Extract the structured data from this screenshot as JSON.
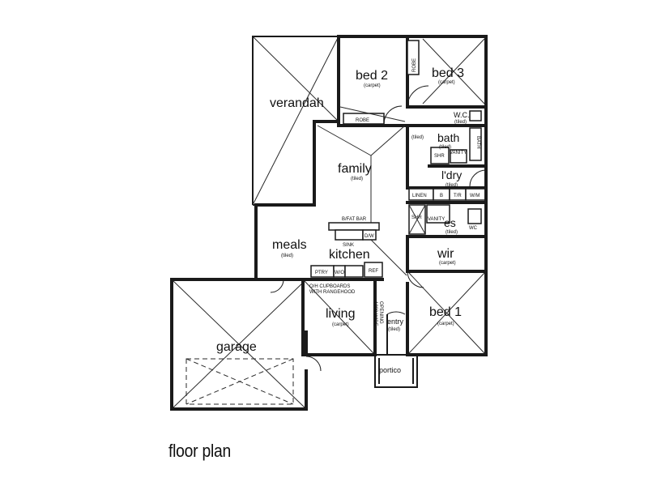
{
  "caption": "floor plan",
  "rooms": {
    "verandah": {
      "name": "verandah"
    },
    "bed2": {
      "name": "bed 2",
      "finish": "(carpet)"
    },
    "bed3": {
      "name": "bed 3",
      "finish": "(carpet)"
    },
    "robe_vertical": "ROBE",
    "robe_horizontal": "ROBE",
    "wc_upper": {
      "name": "W.C.",
      "finish": "(tiled)"
    },
    "hall_tiled": "(tiled)",
    "bath": {
      "name": "bath",
      "finish": "(tiled)"
    },
    "bath_vanity": "VANITY",
    "bath_tub": "BATH",
    "bath_shr": "SHR",
    "family": {
      "name": "family",
      "finish": "(tiled)"
    },
    "ldry": {
      "name": "l'dry",
      "finish": "(tiled)"
    },
    "linen_row": {
      "linen": "LINEN",
      "b": "B",
      "tr": "T/R",
      "wm": "W/M"
    },
    "bfat_bar": "B/FAT BAR",
    "dw": "D/W",
    "sink": "SINK",
    "es": {
      "name": "es",
      "finish": "(tiled)"
    },
    "es_shr": "SHR",
    "es_vanity": "VANITY",
    "es_wc": "WC",
    "meals": {
      "name": "meals",
      "finish": "(tiled)"
    },
    "kitchen": {
      "name": "kitchen"
    },
    "ptry": "PTRY",
    "wo": "W/O",
    "ref": "REF",
    "wir": {
      "name": "wir",
      "finish": "(carpet)"
    },
    "cupboards": {
      "line1": "O/H CUPBOARDS",
      "line2": "WITH RANGEHOOD"
    },
    "opening": {
      "line1": "1800 WIDE",
      "line2": "OPENING"
    },
    "garage": {
      "name": "garage"
    },
    "living": {
      "name": "living",
      "finish": "(carpet)"
    },
    "entry": {
      "name": "entry",
      "finish": "(tiled)"
    },
    "bed1": {
      "name": "bed 1",
      "finish": "(carpet)"
    },
    "portico": {
      "name": "portico"
    }
  }
}
